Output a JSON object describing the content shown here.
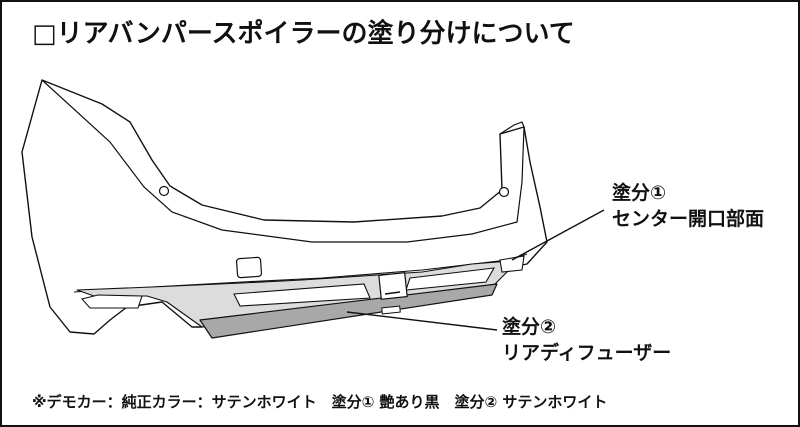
{
  "title": "□リアバンパースポイラーの塗り分けについて",
  "callouts": [
    {
      "label": "塗分①",
      "description": "センター開口部面"
    },
    {
      "label": "塗分②",
      "description": "リアディフューザー"
    }
  ],
  "footnote": "※デモカー：純正カラー：サテンホワイト　塗分① 艶あり黒　塗分② サテンホワイト",
  "colors": {
    "outline": "#111111",
    "paint_zone_1": "#dcdcdc",
    "paint_zone_2": "#a8a8a8",
    "bumper_body": "#ffffff"
  }
}
